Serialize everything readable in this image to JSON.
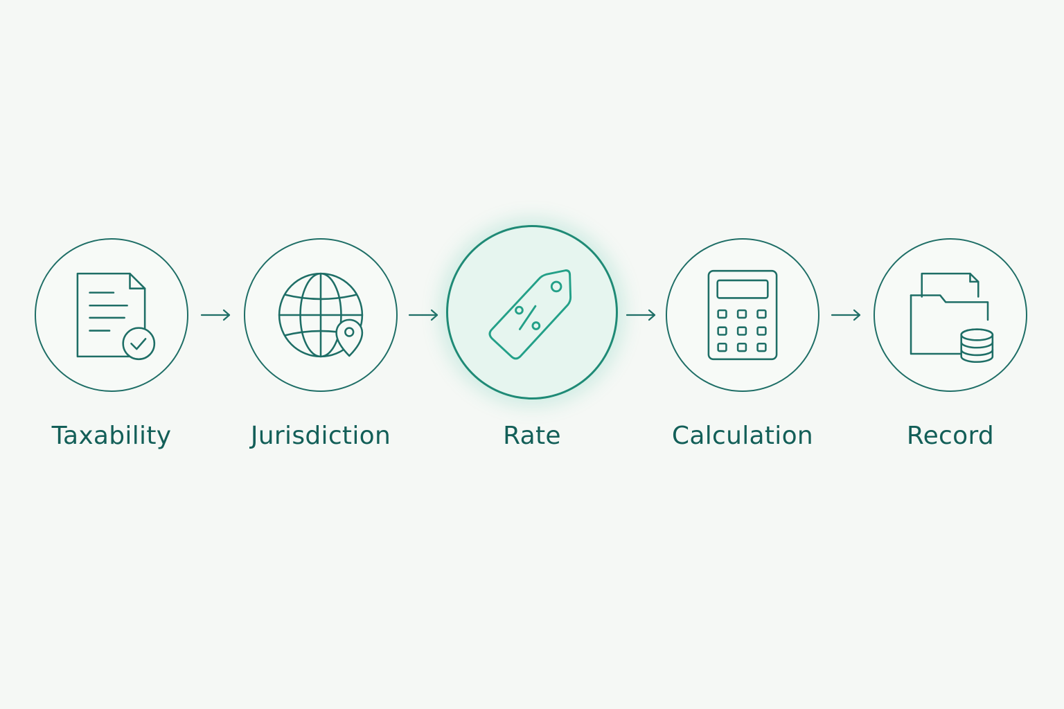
{
  "colors": {
    "background": "#f5f8f5",
    "stroke": "#1e6e66",
    "label": "#135f58",
    "active_stroke": "#1f8a76",
    "active_fill": "#e6f5ef"
  },
  "steps": [
    {
      "label": "Taxability",
      "icon": "document-check-icon",
      "active": false
    },
    {
      "label": "Jurisdiction",
      "icon": "globe-location-icon",
      "active": false
    },
    {
      "label": "Rate",
      "icon": "percent-tag-icon",
      "active": true
    },
    {
      "label": "Calculation",
      "icon": "calculator-icon",
      "active": false
    },
    {
      "label": "Record",
      "icon": "folder-database-icon",
      "active": false
    }
  ]
}
